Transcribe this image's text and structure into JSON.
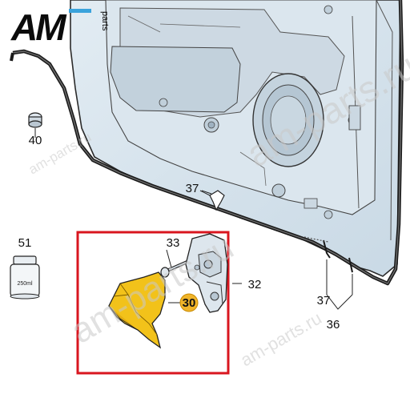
{
  "logo": {
    "brand": "AM",
    "suffix": "parts",
    "dark_color": "#0b0b0b",
    "accent_color": "#3aa3dc"
  },
  "watermarks": [
    "am-parts.ru",
    "am-parts.ru",
    "am-parts.ru",
    "am-parts.ru"
  ],
  "callouts": [
    {
      "id": "label-40",
      "text": "40"
    },
    {
      "id": "label-37-top",
      "text": "37"
    },
    {
      "id": "label-51",
      "text": "51"
    },
    {
      "id": "label-33",
      "text": "33"
    },
    {
      "id": "label-32",
      "text": "32"
    },
    {
      "id": "label-30",
      "text": "30"
    },
    {
      "id": "label-37-bottom",
      "text": "37"
    },
    {
      "id": "label-36",
      "text": "36"
    }
  ],
  "bottle": {
    "label": "250ml"
  },
  "highlight": {
    "color": "#d9161f"
  },
  "part30": {
    "badge_color": "#f0b42a",
    "fill_color": "#f2c21a"
  },
  "door_color": "#d5e2ec"
}
